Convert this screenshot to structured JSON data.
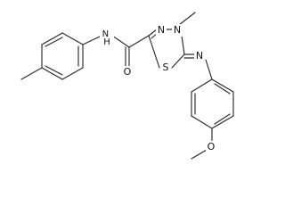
{
  "structure": {
    "atoms": {
      "nh": "N\nH",
      "amide_o": "O",
      "ring_n3": "N",
      "ring_n4": "N",
      "ring_s": "S",
      "imine_n": "N",
      "ether_o": "O"
    }
  }
}
